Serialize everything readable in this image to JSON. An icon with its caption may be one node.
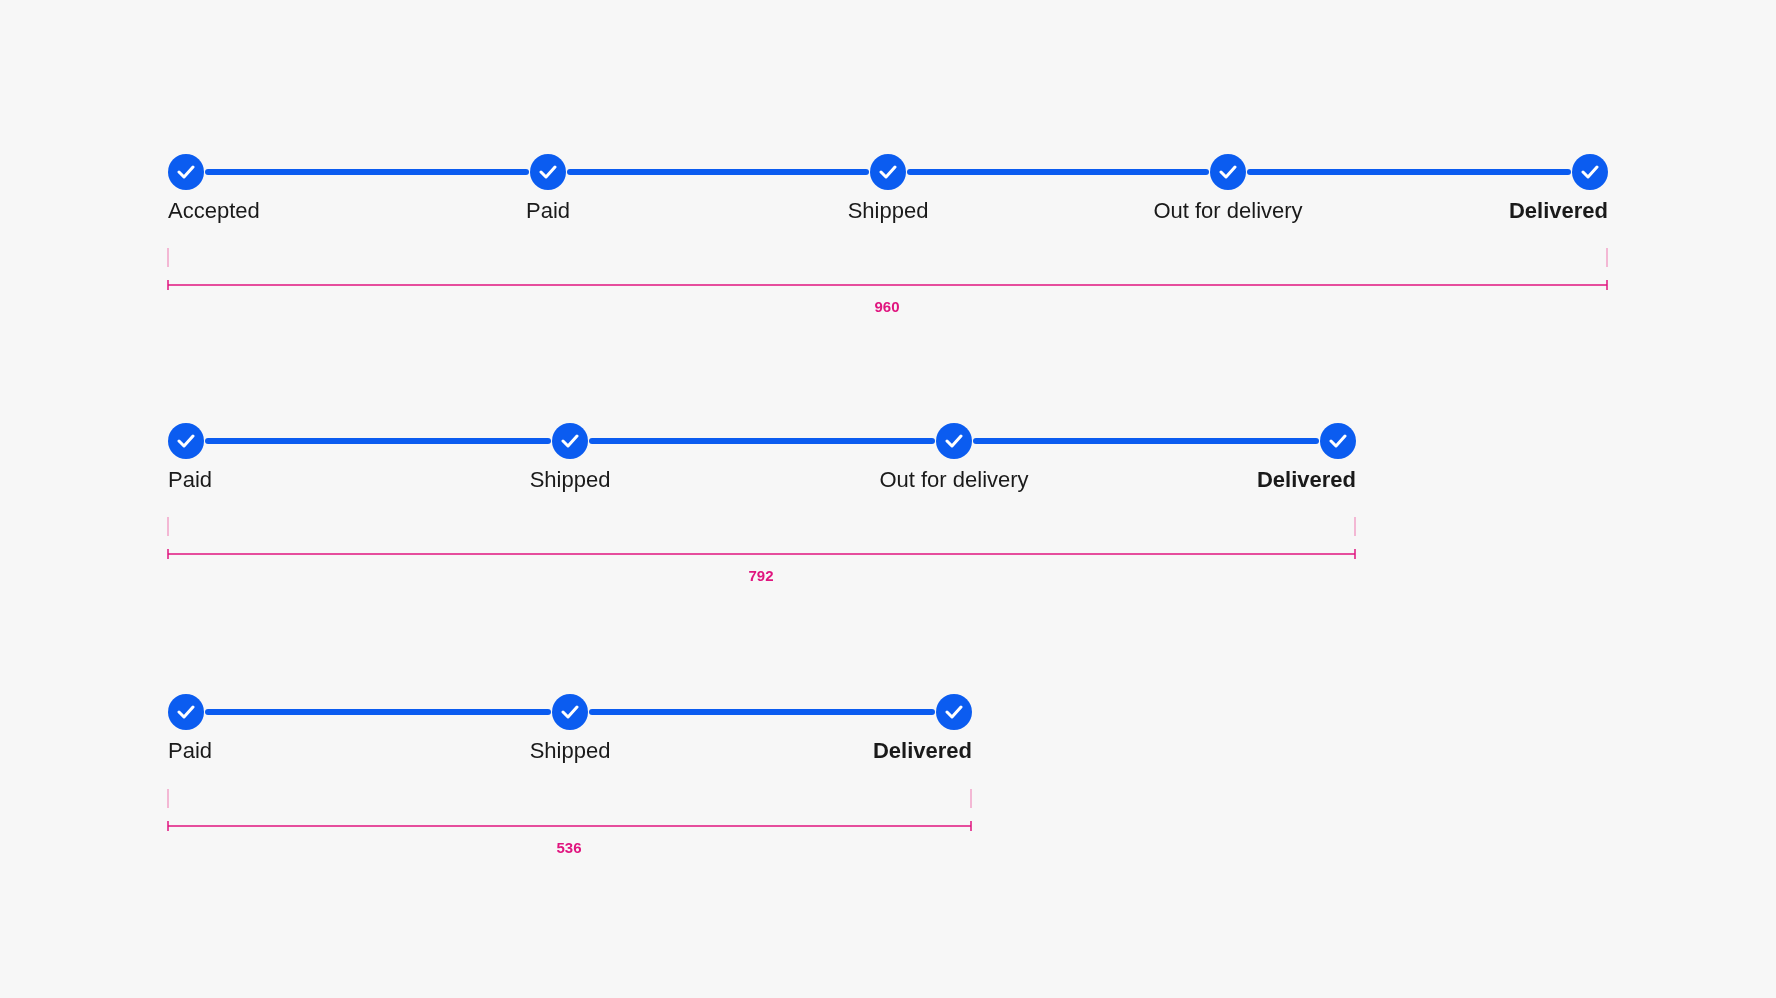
{
  "diagram": {
    "nodes": [
      {
        "text": [
          "Accepted"
        ]
      },
      {
        "text": [
          "Paid"
        ]
      },
      {
        "text": [
          "Shipped"
        ]
      },
      {
        "text": [
          "Out for delivery"
        ]
      },
      {
        "text": [
          "Delivered"
        ]
      },
      {
        "text": [
          "Paid"
        ]
      },
      {
        "text": [
          "Shipped"
        ]
      },
      {
        "text": [
          "Out for delivery"
        ]
      },
      {
        "text": [
          "Delivered"
        ]
      },
      {
        "text": [
          "Paid"
        ]
      },
      {
        "text": [
          "Shipped"
        ]
      },
      {
        "text": [
          "Delivered"
        ]
      }
    ],
    "edges": [
      {
        "from": 0,
        "to": 1,
        "arrow": "none"
      },
      {
        "from": 1,
        "to": 2,
        "arrow": "none"
      },
      {
        "from": 2,
        "to": 3,
        "arrow": "none"
      },
      {
        "from": 3,
        "to": 4,
        "arrow": "none"
      },
      {
        "from": 5,
        "to": 6,
        "arrow": "none"
      },
      {
        "from": 6,
        "to": 7,
        "arrow": "none"
      },
      {
        "from": 7,
        "to": 8,
        "arrow": "none"
      },
      {
        "from": 9,
        "to": 10,
        "arrow": "none"
      },
      {
        "from": 10,
        "to": 11,
        "arrow": "none"
      }
    ],
    "labels": [
      "960",
      "792",
      "536"
    ]
  }
}
